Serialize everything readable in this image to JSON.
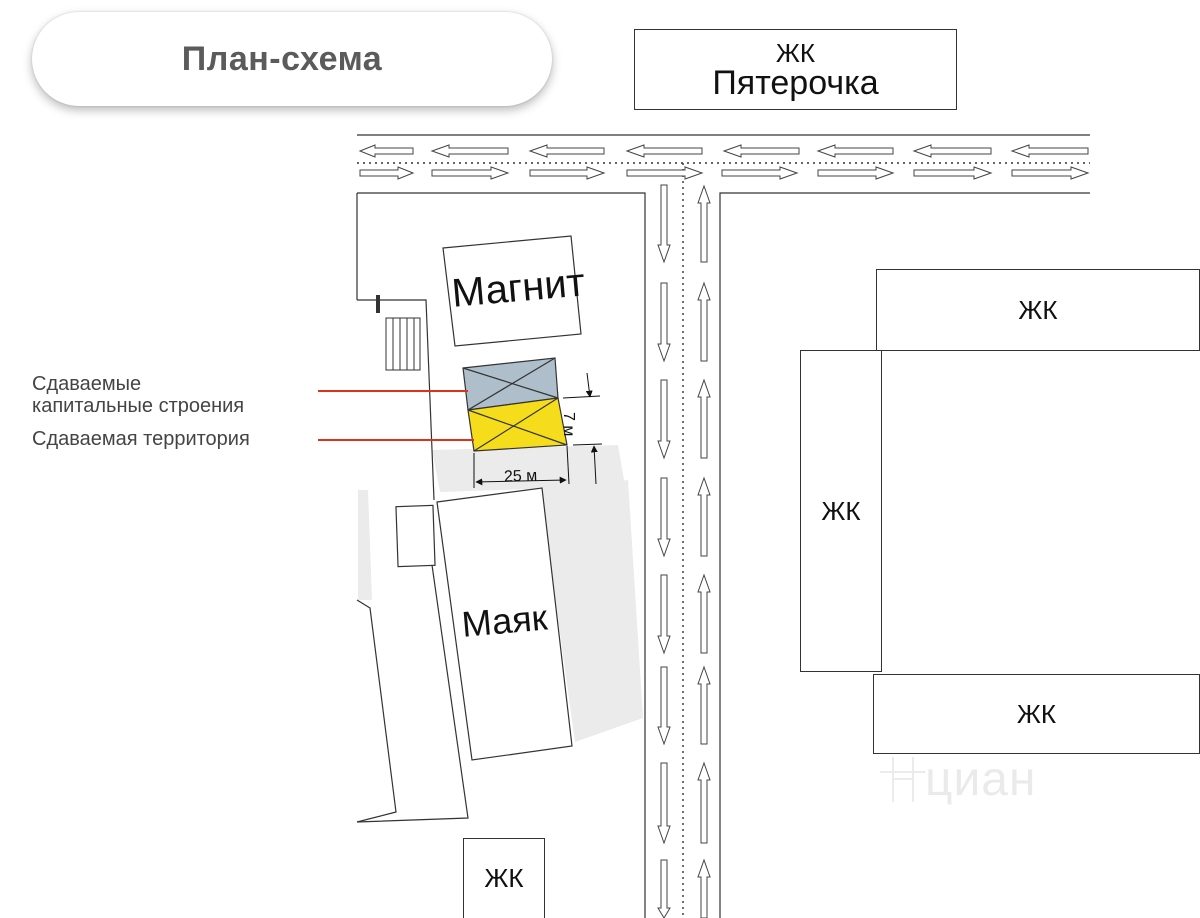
{
  "title": "План-схема",
  "buildings": {
    "pyaterochka_line1": "ЖК",
    "pyaterochka_line2": "Пятерочка",
    "magnit": "Магнит",
    "mayak": "Маяк",
    "zhk_top_right": "ЖК",
    "zhk_left_right": "ЖК",
    "zhk_bottom_right": "ЖК",
    "zhk_bottom": "ЖК"
  },
  "legend": {
    "buildings_line1": "Сдаваемые",
    "buildings_line2": "капитальные строения",
    "territory": "Сдаваемая территория"
  },
  "dimensions": {
    "width": "25 м",
    "depth": "7 м"
  },
  "colors": {
    "rented_buildings": "#aebfcb",
    "rented_territory": "#f6dd1c",
    "leader_lines": "#e0301e",
    "shadow_area": "#ebebeb"
  },
  "watermark": "циан"
}
